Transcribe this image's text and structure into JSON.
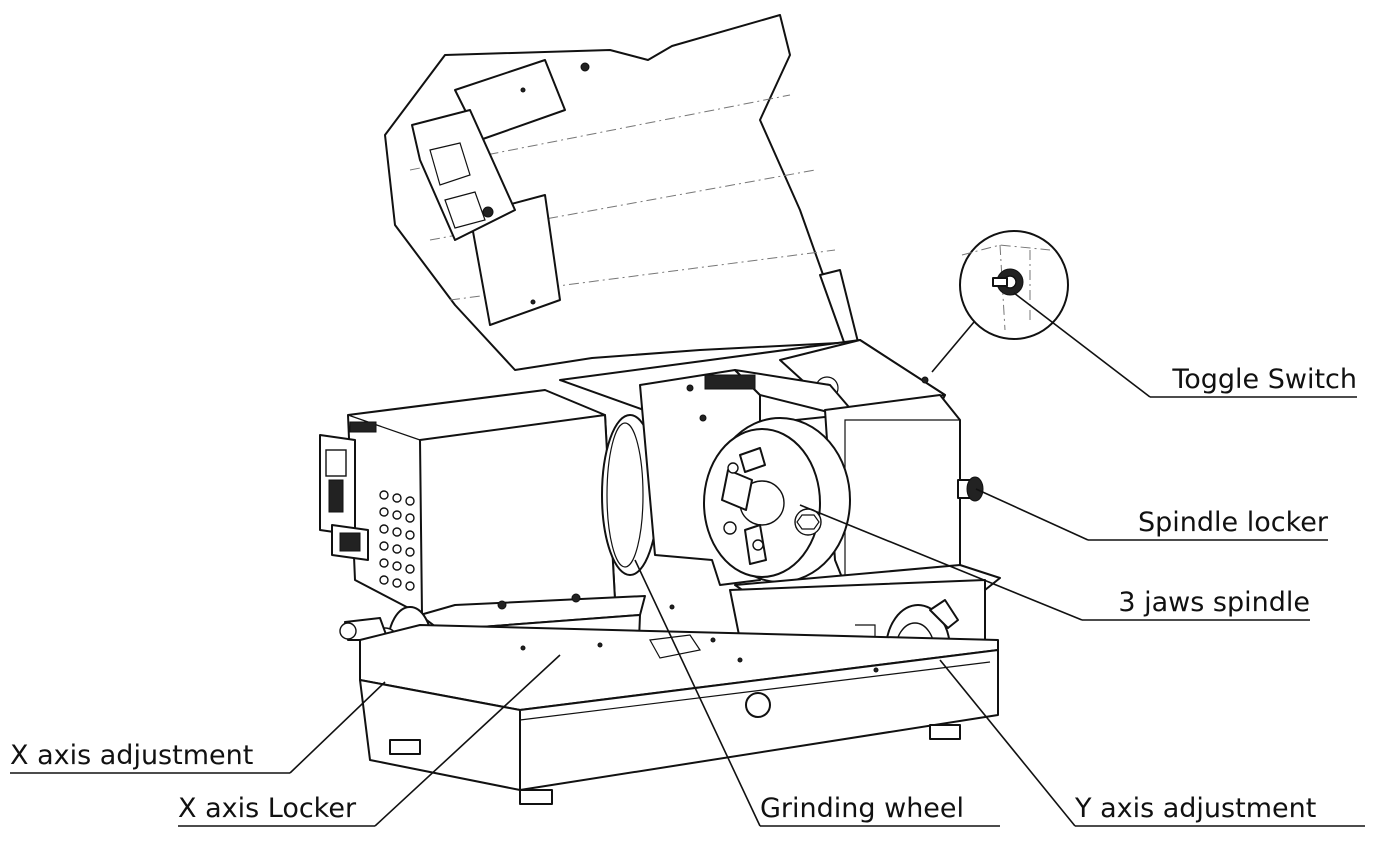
{
  "labels": {
    "toggle_switch": "Toggle Switch",
    "spindle_locker": "Spindle locker",
    "three_jaws_spindle": "3 jaws spindle",
    "x_axis_adjustment": "X axis adjustment",
    "x_axis_locker": "X axis Locker",
    "grinding_wheel": "Grinding wheel",
    "y_axis_adjustment": "Y axis adjustment"
  },
  "colors": {
    "line": "#111111",
    "background": "#ffffff"
  }
}
